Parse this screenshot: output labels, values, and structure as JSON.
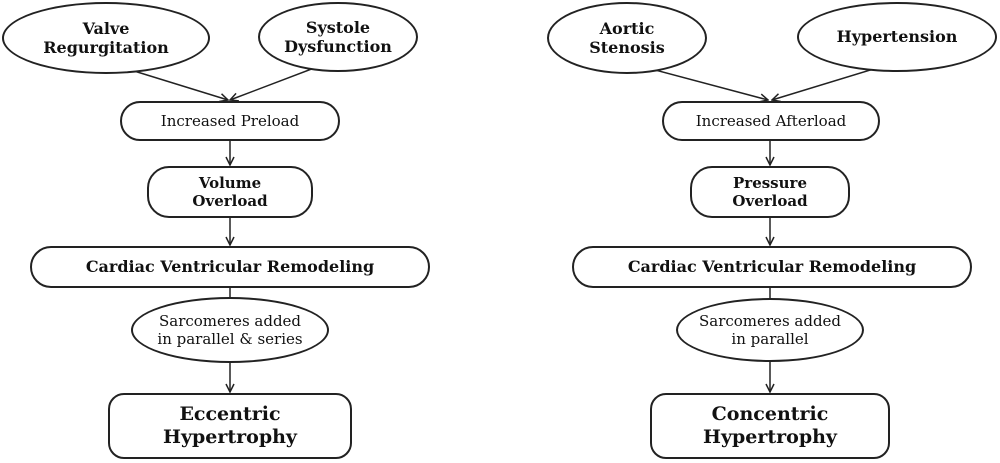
{
  "left": {
    "cause1": [
      "Valve",
      "Regurgitation"
    ],
    "cause2": [
      "Systole",
      "Dysfunction"
    ],
    "load": "Increased Preload",
    "overload": [
      "Volume",
      "Overload"
    ],
    "remodeling": "Cardiac Ventricular Remodeling",
    "sarcomeres": [
      "Sarcomeres added",
      "in parallel & series"
    ],
    "result": [
      "Eccentric",
      "Hypertrophy"
    ]
  },
  "right": {
    "cause1": [
      "Aortic",
      "Stenosis"
    ],
    "cause2": "Hypertension",
    "load": "Increased Afterload",
    "overload": [
      "Pressure",
      "Overload"
    ],
    "remodeling": "Cardiac Ventricular Remodeling",
    "sarcomeres": [
      "Sarcomeres added",
      "in parallel"
    ],
    "result": [
      "Concentric",
      "Hypertrophy"
    ]
  },
  "colors": {
    "stroke": "#222222",
    "text": "#111111",
    "background": "#ffffff"
  }
}
